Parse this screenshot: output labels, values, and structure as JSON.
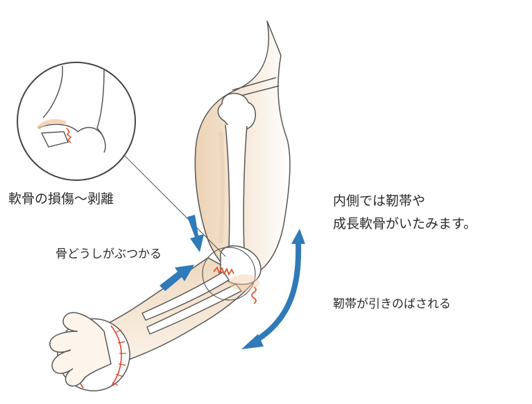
{
  "labels": {
    "cartilage_damage": "軟骨の損傷〜剥離",
    "bones_colliding": "骨どうしがぶつかる",
    "medial_line1": "内側では靭帯や",
    "medial_line2": "成長軟骨がいたみます。",
    "ligament_stretched": "靭帯が引きのばされる"
  },
  "colors": {
    "arrow": "#2f7ab8",
    "skin_shade": "#f1dcc4",
    "outline": "#4a4a4a",
    "injury": "#e0542a",
    "stitch": "#e0402a"
  }
}
